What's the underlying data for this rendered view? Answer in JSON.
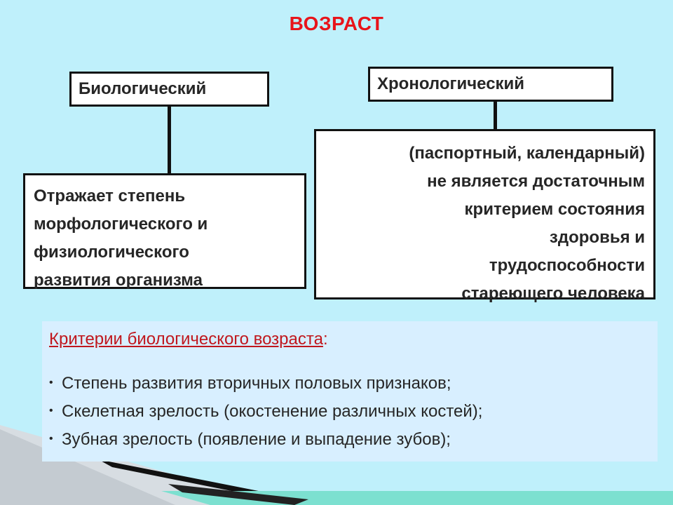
{
  "title": "ВОЗРАСТ",
  "biological": {
    "label": "Биологический",
    "description": [
      "Отражает степень",
      "морфологического и",
      "физиологического",
      "развития организма"
    ]
  },
  "chronological": {
    "label": "Хронологический",
    "description": [
      "(паспортный, календарный)",
      "не является достаточным",
      "критерием состояния",
      "здоровья и",
      "трудоспособности",
      "стареющего человека"
    ]
  },
  "criteria": {
    "heading": "Критерии биологического возраста",
    "colon": ":",
    "bullet": "•",
    "items": [
      "Степень развития вторичных половых признаков;",
      "Скелетная зрелость (окостенение различных костей);",
      "Зубная зрелость (появление и выпадение зубов);"
    ]
  },
  "colors": {
    "background": "#bff0fb",
    "title": "#e8141a",
    "heading": "#c0171d",
    "criteria_background": "#d8efff"
  }
}
